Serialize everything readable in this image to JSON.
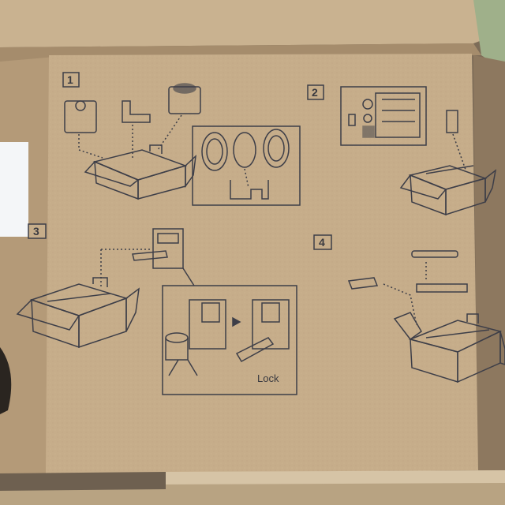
{
  "steps": [
    {
      "number": "1"
    },
    {
      "number": "2"
    },
    {
      "number": "3"
    },
    {
      "number": "4"
    }
  ],
  "step3_detail_label": "Lock",
  "colors": {
    "cardboard": "#c7ae8b",
    "cardboard_shadow": "#a89070",
    "ink": "#3d3e48",
    "window_white": "#f4f6f8",
    "background_green": "#9fb08a"
  }
}
